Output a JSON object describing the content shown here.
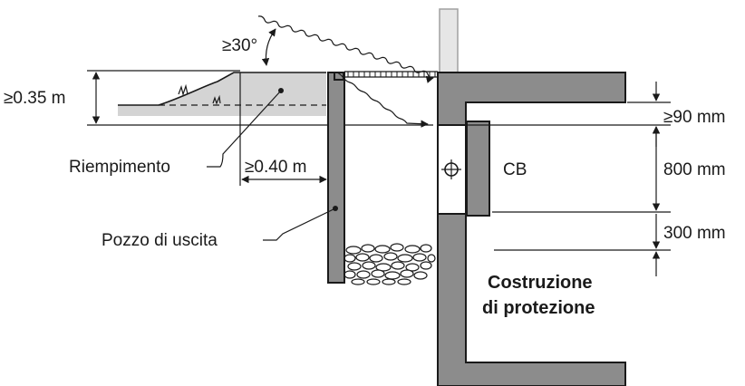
{
  "labels": {
    "angle": "≥30°",
    "soil_depth": "≥0.35 m",
    "fill": "Riempimento",
    "distance": "≥0.40 m",
    "shaft": "Pozzo di uscita",
    "cb": "CB",
    "top_gap": "≥90 mm",
    "height_800": "800 mm",
    "height_300": "300 mm",
    "building_line1": "Costruzione",
    "building_line2": "di protezione"
  },
  "colors": {
    "wall": "#8c8c8c",
    "fill_soil": "#d4d4d4",
    "light_post": "#e6e6e6",
    "line": "#1a1a1a"
  }
}
